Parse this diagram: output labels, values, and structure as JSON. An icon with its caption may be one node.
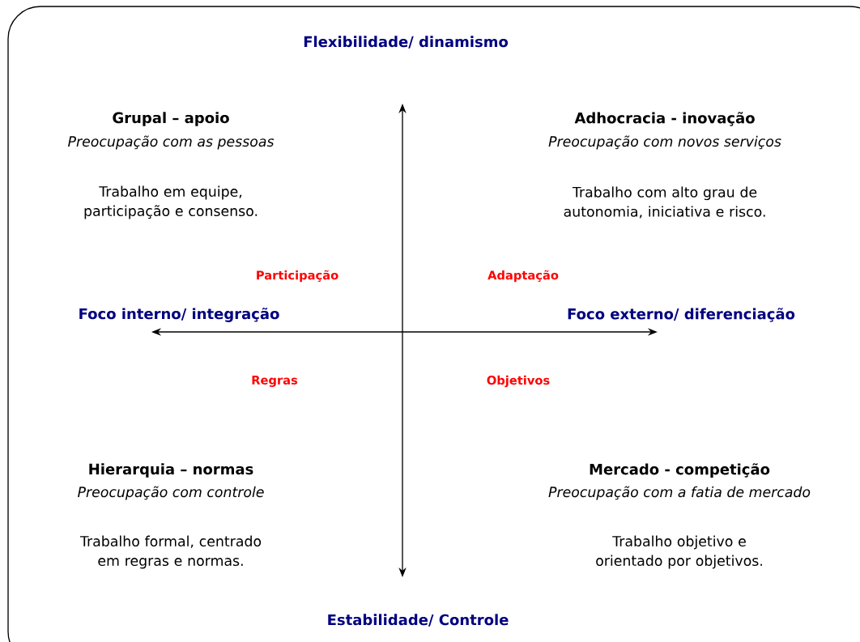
{
  "diagram": {
    "labels": [
      "Flexibilidade/ dinamismo",
      "Grupal – apoio",
      "Adhocracia - inovação",
      "Preocupação com as pessoas",
      "Preocupação com novos serviços",
      "Trabalho em equipe, participação e consenso.",
      "Trabalho com alto grau de autonomia, iniciativa e risco.",
      "Participação",
      "Adaptação",
      "Foco interno/ integração",
      "Foco externo/ diferenciação",
      "Regras",
      "Objetivos",
      "Hierarquia – normas",
      "Mercado - competição",
      "Preocupação com controle",
      "Preocupação com a fatia de mercado",
      "Trabalho formal, centrado em regras e normas.",
      "Trabalho objetivo e orientado por objetivos.",
      "Estabilidade/ Controle"
    ]
  }
}
